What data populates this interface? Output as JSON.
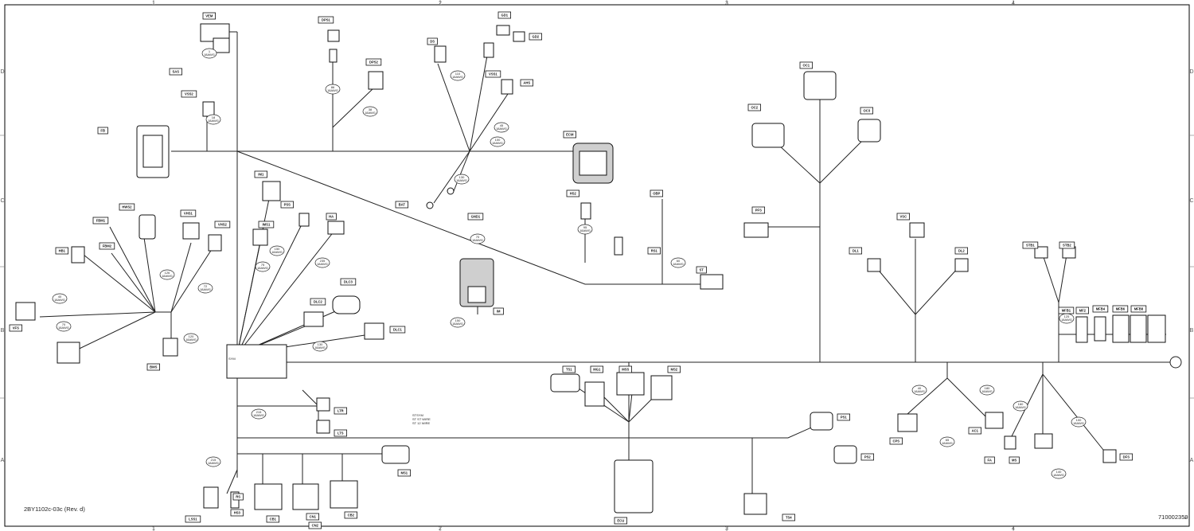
{
  "sheet": {
    "doc_code": "2BY1102c-03c  (Rev. d)",
    "drawing_no": "710002359",
    "rev_letter": "d"
  },
  "grid": {
    "cols": [
      "1",
      "2",
      "3",
      "4"
    ],
    "rows": [
      "D",
      "C",
      "B",
      "A"
    ]
  },
  "bubbles": [
    {
      "id": "w1",
      "lines": [
        "1",
        "18AWG"
      ]
    },
    {
      "id": "w2",
      "lines": [
        "18",
        "18AWG"
      ]
    },
    {
      "id": "w3",
      "lines": [
        "86",
        "18AWG"
      ]
    },
    {
      "id": "w4",
      "lines": [
        "38",
        "18AWG"
      ]
    },
    {
      "id": "w5",
      "lines": [
        "110",
        "18AWG"
      ]
    },
    {
      "id": "w6",
      "lines": [
        "45",
        "18AWG"
      ]
    },
    {
      "id": "w7",
      "lines": [
        "126",
        "18AWG"
      ]
    },
    {
      "id": "w8",
      "lines": [
        "72",
        "18AWG"
      ]
    },
    {
      "id": "w9",
      "lines": [
        "40",
        "18AWG"
      ]
    },
    {
      "id": "w10",
      "lines": [
        "70",
        "18AWG"
      ]
    },
    {
      "id": "w11",
      "lines": [
        "120",
        "18AWG"
      ]
    },
    {
      "id": "w12",
      "lines": [
        "150",
        "18AWG"
      ]
    },
    {
      "id": "w13",
      "lines": [
        "75",
        "18AWG"
      ]
    },
    {
      "id": "w14",
      "lines": [
        "235",
        "18AWG"
      ]
    },
    {
      "id": "w15",
      "lines": [
        "130",
        "18AWG"
      ]
    },
    {
      "id": "w16",
      "lines": [
        "95",
        "18AWG"
      ]
    },
    {
      "id": "w17",
      "lines": [
        "60",
        "18AWG"
      ]
    },
    {
      "id": "w18",
      "lines": [
        "150",
        "18AWG"
      ]
    },
    {
      "id": "w19",
      "lines": [
        "215",
        "18AWG"
      ]
    },
    {
      "id": "w20",
      "lines": [
        "215",
        "18AWG"
      ]
    },
    {
      "id": "w21",
      "lines": [
        "40",
        "18AWG"
      ]
    },
    {
      "id": "w22",
      "lines": [
        "180",
        "18AWG"
      ]
    },
    {
      "id": "w23",
      "lines": [
        "125",
        "18AWG"
      ]
    },
    {
      "id": "w24",
      "lines": [
        "160",
        "18AWG"
      ]
    },
    {
      "id": "w25",
      "lines": [
        "100",
        "18AWG"
      ]
    },
    {
      "id": "w26",
      "lines": [
        "100",
        "18AWG"
      ]
    },
    {
      "id": "w27",
      "lines": [
        "140",
        "18AWG"
      ]
    },
    {
      "id": "w28",
      "lines": [
        "130",
        "18AWG"
      ]
    },
    {
      "id": "w29",
      "lines": [
        "70",
        "18AWG"
      ]
    },
    {
      "id": "w30",
      "lines": [
        "65",
        "18AWG"
      ]
    }
  ],
  "tags": {
    "vem": "VEM",
    "sas": "SAS",
    "vss2": "VSS2",
    "fb": "FB",
    "dps1": "DPS1",
    "dps2": "DPS2",
    "ds": "DS",
    "gd1": "GD1",
    "gd2": "GD2",
    "vss1": "VSS1",
    "ahs": "AHS",
    "ecm": "ECM",
    "bat": "BAT",
    "gnd1": "GND1",
    "hs2": "HS2",
    "obp": "OBP",
    "rs1": "RS1",
    "st": "ST",
    "hws2": "HWS2",
    "fbm1": "FBM1",
    "fbm2": "FBM2",
    "vhs1": "VHS1",
    "vhs2": "VHS2",
    "hb1": "HB1",
    "vfs": "VFS",
    "bms": "BMS",
    "im1": "IM1",
    "pss": "PSS",
    "ha": "HA",
    "ims1": "IMS1",
    "dlc1": "DLC1",
    "dlc2": "DLC2",
    "dlc3": "DLC3",
    "im": "IM",
    "oc1": "OC1",
    "oc2": "OC2",
    "oc3": "OC3",
    "pfs": "PFS",
    "vsc": "VSC",
    "dl1": "DL1",
    "dl2": "DL2",
    "stb1": "STB1",
    "stb2": "STB2",
    "mfb1": "MFB1",
    "mf2": "MF2",
    "mfb4": "MFB4",
    "mfb6": "MFB6",
    "mfb8": "MFB8",
    "ts1": "TS1",
    "mg1": "MG1",
    "mss": "MSS",
    "ms2": "MS2",
    "ltr": "LTR",
    "lts": "LTS",
    "ps1": "PS1",
    "ps2": "PS2",
    "cps": "CPS",
    "ac1": "AC1",
    "fa": "FA",
    "ms": "MS",
    "dfs": "DFS",
    "ms1": "MS1",
    "lss1": "LSS1",
    "hs3": "HS3",
    "cb1": "CB1",
    "cb2": "CB2",
    "cn1": "CN1",
    "cn2": "CN2",
    "ecu": "ECU",
    "ts4": "TS4",
    "rs": "RS"
  },
  "labels": {
    "sym": "SYM",
    "st_wire": [
      "STSYM",
      "ST ST WIRE",
      "ST 12 WIRE"
    ]
  },
  "colors": {
    "wire": "#222222",
    "paper": "#ffffff",
    "border": "#000000",
    "body_fill": "#cfcfcf"
  }
}
